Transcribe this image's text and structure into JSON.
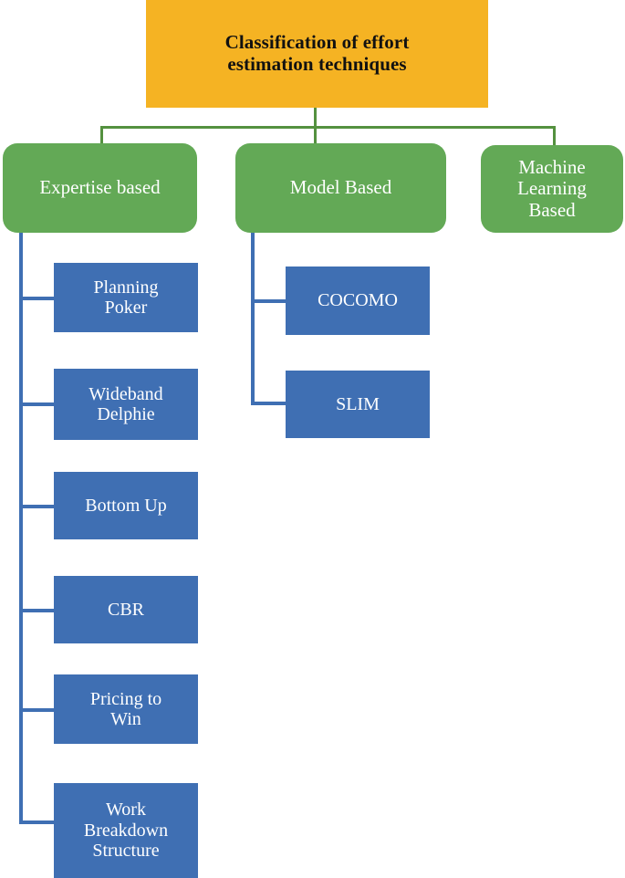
{
  "diagram": {
    "type": "tree",
    "title": "Classification of effort estimation techniques",
    "colors": {
      "root_fill": "#F5B323",
      "root_text": "#111111",
      "level1_fill": "#63A956",
      "level1_text": "#FFFFFF",
      "level2_fill": "#3F6FB3",
      "level2_text": "#FFFFFF",
      "connector_green": "#54913F",
      "connector_blue": "#3F6FB3",
      "background": "#FFFFFF"
    },
    "root": {
      "label": "Classification of effort\nestimation techniques"
    },
    "branches": [
      {
        "label": "Expertise based",
        "children": [
          {
            "label": "Planning\nPoker"
          },
          {
            "label": "Wideband\nDelphie"
          },
          {
            "label": "Bottom Up"
          },
          {
            "label": "CBR"
          },
          {
            "label": "Pricing to\nWin"
          },
          {
            "label": "Work\nBreakdown\nStructure"
          }
        ]
      },
      {
        "label": "Model Based",
        "children": [
          {
            "label": "COCOMO"
          },
          {
            "label": "SLIM"
          }
        ]
      },
      {
        "label": "Machine\nLearning\nBased",
        "children": []
      }
    ]
  }
}
